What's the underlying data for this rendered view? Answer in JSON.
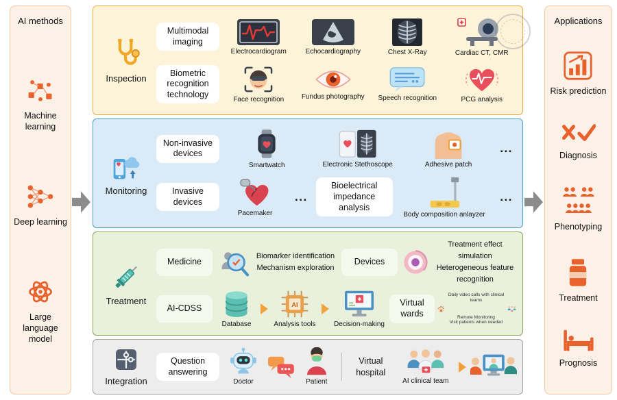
{
  "left_panel": {
    "title": "AI methods",
    "items": [
      {
        "label": "Machine learning",
        "icon": "machine-learning"
      },
      {
        "label": "Deep learning",
        "icon": "deep-learning"
      },
      {
        "label": "Large language model",
        "icon": "large-language-model"
      }
    ]
  },
  "right_panel": {
    "title": "Applications",
    "items": [
      {
        "label": "Risk prediction",
        "icon": "risk-prediction-chart"
      },
      {
        "label": "Diagnosis",
        "icon": "cross-check"
      },
      {
        "label": "Phenotyping",
        "icon": "people-groups"
      },
      {
        "label": "Treatment",
        "icon": "pill-bottle"
      },
      {
        "label": "Prognosis",
        "icon": "hospital-bed"
      }
    ]
  },
  "inspection": {
    "label": "Inspection",
    "icon": "stethoscope",
    "multimodal": {
      "label": "Multimodal imaging",
      "items": [
        {
          "label": "Electrocardiogram",
          "icon": "ecg-monitor"
        },
        {
          "label": "Echocardiography",
          "icon": "ultrasound-screen"
        },
        {
          "label": "Chest X-Ray",
          "icon": "chest-xray"
        },
        {
          "label": "Cardiac CT, CMR",
          "icon": "ct-scanner"
        }
      ]
    },
    "biometric": {
      "label": "Biometric recognition technology",
      "items": [
        {
          "label": "Face recognition",
          "icon": "face-scan"
        },
        {
          "label": "Fundus photography",
          "icon": "eye-fundus"
        },
        {
          "label": "Speech recognition",
          "icon": "speech-bubble"
        },
        {
          "label": "PCG analysis",
          "icon": "heart-waveform"
        }
      ]
    }
  },
  "monitoring": {
    "label": "Monitoring",
    "icon": "phone-cloud",
    "noninvasive": {
      "label": "Non-invasive devices",
      "items": [
        {
          "label": "Smartwatch",
          "icon": "smartwatch"
        },
        {
          "label": "Electronic Stethoscope",
          "icon": "electronic-stethoscope"
        },
        {
          "label": "Adhesive patch",
          "icon": "adhesive-patch"
        }
      ],
      "ellipsis": "..."
    },
    "invasive": {
      "label": "Invasive devices",
      "items": [
        {
          "label": "Pacemaker",
          "icon": "pacemaker-heart"
        }
      ],
      "ellipsis": "..."
    },
    "bioimpedance": {
      "label": "Bioelectrical impedance analysis",
      "items": [
        {
          "label": "Body composition anlayzer",
          "icon": "body-composition-analyzer"
        }
      ],
      "ellipsis": "..."
    }
  },
  "treatment": {
    "label": "Treatment",
    "icon": "syringe",
    "medicine": {
      "label": "Medicine",
      "lines": [
        "Biomarker identification",
        "Mechanism exploration"
      ]
    },
    "devices": {
      "label": "Devices",
      "lines": [
        "Treatment effect simulation",
        "Heterogeneous feature recognition"
      ]
    },
    "ai_cdss": {
      "label": "AI-CDSS",
      "items": [
        {
          "label": "Database",
          "icon": "database-cylinder"
        },
        {
          "label": "Analysis tools",
          "icon": "ai-chip"
        },
        {
          "label": "Decision-making",
          "icon": "medical-monitor"
        }
      ]
    },
    "virtual_wards": {
      "label": "Virtual wards",
      "notes": [
        "Daily video calls with clinical teams",
        "Remote Monitoring",
        "Visit patients when needed"
      ]
    }
  },
  "integration": {
    "label": "Integration",
    "icon": "puzzle",
    "qa": {
      "label": "Question answering",
      "items": [
        {
          "label": "Doctor",
          "icon": "robot-doctor"
        },
        {
          "label": "Patient",
          "icon": "masked-patient"
        }
      ]
    },
    "virtual_hospital": {
      "label": "Virtual hospital",
      "team_label": "AI clinical team"
    }
  }
}
